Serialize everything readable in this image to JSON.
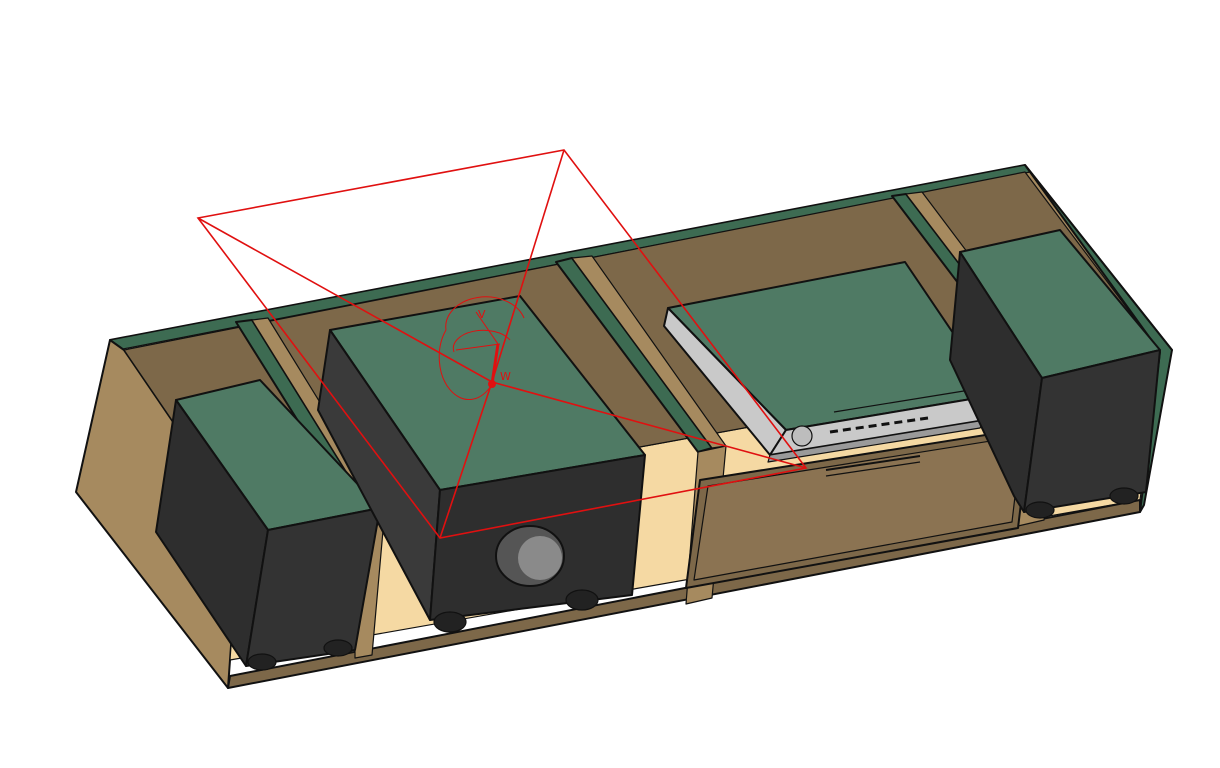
{
  "scene": {
    "colors": {
      "cabinet_side": "#a68a5f",
      "cabinet_shadow": "#7d6849",
      "cabinet_floor": "#f5d9a3",
      "top_green": "#4f7a64",
      "edge_green": "#3d6b52",
      "speaker_black": "#2e2e2e",
      "speaker_dark": "#3a3a3a",
      "receiver_silver": "#c9c9c9",
      "wireframe_red": "#e01010"
    },
    "objects": [
      {
        "name": "entertainment-cabinet",
        "icon": "cabinet"
      },
      {
        "name": "left-speaker",
        "icon": "speaker"
      },
      {
        "name": "subwoofer",
        "icon": "subwoofer"
      },
      {
        "name": "av-receiver",
        "icon": "receiver"
      },
      {
        "name": "right-speaker",
        "icon": "speaker"
      },
      {
        "name": "drawer",
        "icon": "drawer"
      },
      {
        "name": "camera-frustum",
        "icon": "frustum"
      }
    ],
    "labels": {
      "axis_w": "W",
      "axis_v": "V"
    }
  }
}
